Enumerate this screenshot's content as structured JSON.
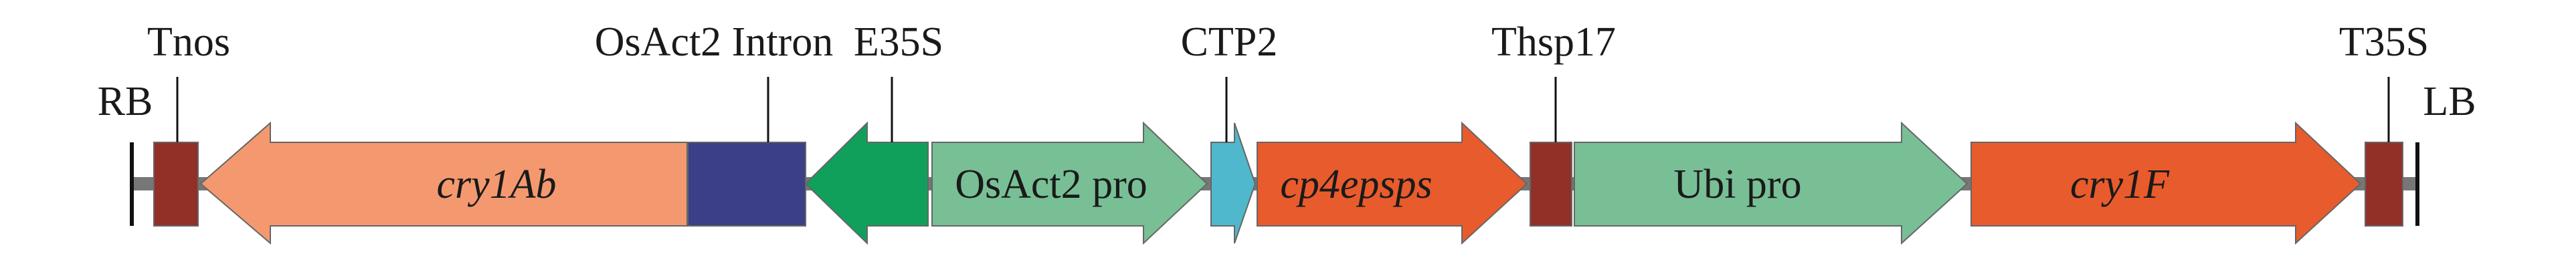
{
  "title": "T-DNA construct map",
  "borders": {
    "right": "RB",
    "left": "LB"
  },
  "elements": [
    {
      "id": "tnos",
      "label": "Tnos",
      "type": "box",
      "color": "#922f27",
      "label_position": "above"
    },
    {
      "id": "cry1ab",
      "label": "cry1Ab",
      "type": "arrow-left",
      "color": "#f4996f",
      "label_position": "inside",
      "italic": true
    },
    {
      "id": "osact2-intron",
      "label": "OsAct2 Intron",
      "type": "box",
      "color": "#3a3f87",
      "label_position": "above"
    },
    {
      "id": "e35s",
      "label": "E35S",
      "type": "arrow-left",
      "color": "#10a05c",
      "label_position": "above"
    },
    {
      "id": "osact2-pro",
      "label": "OsAct2 pro",
      "type": "arrow-right",
      "color": "#78bf96",
      "label_position": "inside"
    },
    {
      "id": "ctp2",
      "label": "CTP2",
      "type": "arrow-right",
      "color": "#4fb8cc",
      "label_position": "above"
    },
    {
      "id": "cp4epsps",
      "label": "cp4epsps",
      "type": "arrow-right",
      "color": "#e85b2c",
      "label_position": "inside",
      "italic": true
    },
    {
      "id": "thsp17",
      "label": "Thsp17",
      "type": "box",
      "color": "#922f27",
      "label_position": "above"
    },
    {
      "id": "ubi-pro",
      "label": "Ubi pro",
      "type": "arrow-right",
      "color": "#78bf96",
      "label_position": "inside"
    },
    {
      "id": "cry1f",
      "label": "cry1F",
      "type": "arrow-right",
      "color": "#e85b2c",
      "label_position": "inside",
      "italic": true
    },
    {
      "id": "t35s",
      "label": "T35S",
      "type": "box",
      "color": "#922f27",
      "label_position": "above"
    }
  ],
  "colors": {
    "backbone": "#777777",
    "border_line": "#111111",
    "outline": "#666666"
  }
}
